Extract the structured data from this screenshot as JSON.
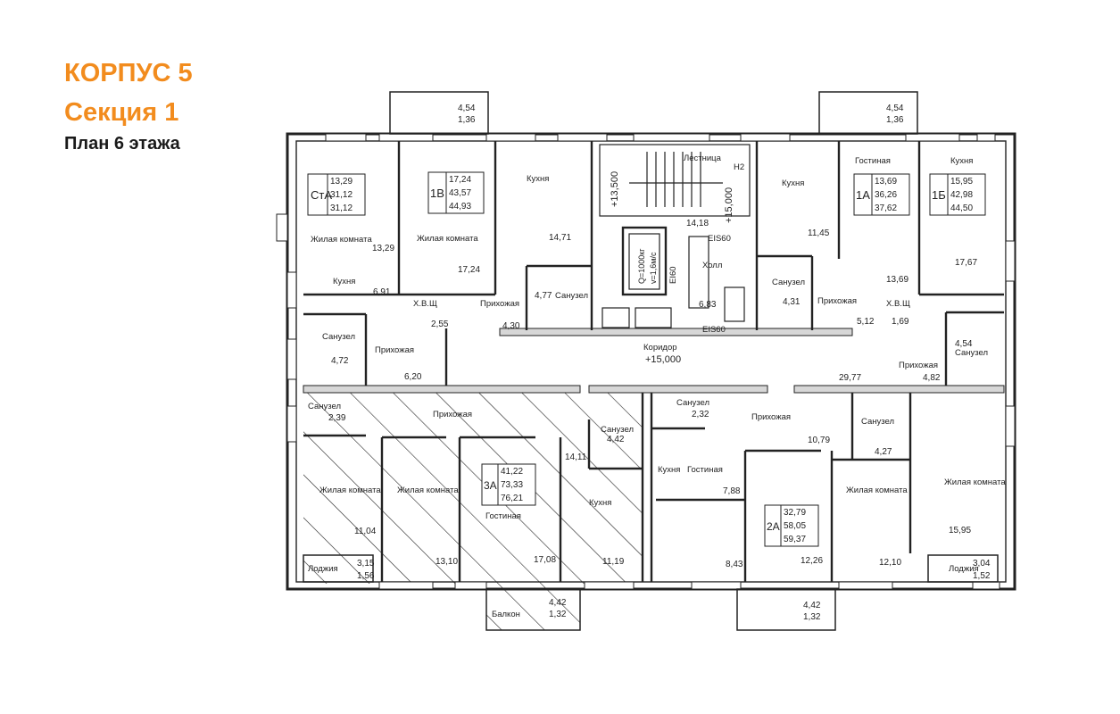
{
  "header": {
    "building": "КОРПУС 5",
    "section": "Секция 1",
    "plan": "План 6 этажа",
    "accent_color": "#f28c1e"
  },
  "apartments": [
    {
      "code": "СтА",
      "a1": "13,29",
      "a2": "31,12",
      "a3": "31,12"
    },
    {
      "code": "1В",
      "a1": "17,24",
      "a2": "43,57",
      "a3": "44,93"
    },
    {
      "code": "1А",
      "a1": "13,69",
      "a2": "36,26",
      "a3": "37,62"
    },
    {
      "code": "1Б",
      "a1": "15,95",
      "a2": "42,98",
      "a3": "44,50"
    },
    {
      "code": "3А",
      "a1": "41,22",
      "a2": "73,33",
      "a3": "76,21"
    },
    {
      "code": "2А",
      "a1": "32,79",
      "a2": "58,05",
      "a3": "59,37"
    }
  ],
  "balconies": [
    {
      "a": "4,54",
      "b": "1,36"
    },
    {
      "a": "4,54",
      "b": "1,36"
    },
    {
      "a": "4,42",
      "b": "1,32"
    },
    {
      "a": "4,42",
      "b": "1,32"
    }
  ],
  "room_labels": [
    "Кухня",
    "Кухня",
    "Кухня",
    "Кухня",
    "Кухня",
    "Кухня",
    "Жилая комнатa",
    "Жилая комната",
    "Жилая комната",
    "Жилая комната",
    "Жилая комната",
    "Жилая комната",
    "Гостиная",
    "Гостиная",
    "Гостиная",
    "Прихожая",
    "Прихожая",
    "Прихожая",
    "Прихожая",
    "Прихожая",
    "Прихожая",
    "Санузел",
    "Санузел",
    "Санузел",
    "Санузел",
    "Санузел",
    "Санузел",
    "Санузел",
    "Санузел",
    "Х.В.Щ",
    "Х.В.Щ",
    "Лоджия",
    "Лоджия",
    "Балкон",
    "Холл",
    "Коридор",
    "Лестница",
    "Н2",
    "EIS60",
    "EIS60",
    "EI60"
  ],
  "area_labels": [
    "13,29",
    "6,91",
    "2,55",
    "4,30",
    "4,72",
    "6,20",
    "17,24",
    "14,71",
    "4,77",
    "14,18",
    "6,83",
    "11,45",
    "4,31",
    "13,69",
    "5,12",
    "1,69",
    "17,67",
    "4,54",
    "29,77",
    "4,82",
    "2,39",
    "4,42",
    "14,11",
    "11,04",
    "3,15",
    "1,56",
    "13,10",
    "17,08",
    "11,19",
    "2,32",
    "10,79",
    "4,27",
    "7,88",
    "8,43",
    "12,26",
    "12,10",
    "15,95",
    "3,04",
    "1,52"
  ],
  "elevation_labels": [
    "+13,500",
    "+15,000",
    "+15,000"
  ],
  "elevator_text": [
    "Q=1000кг",
    "v=1,6м/с"
  ]
}
